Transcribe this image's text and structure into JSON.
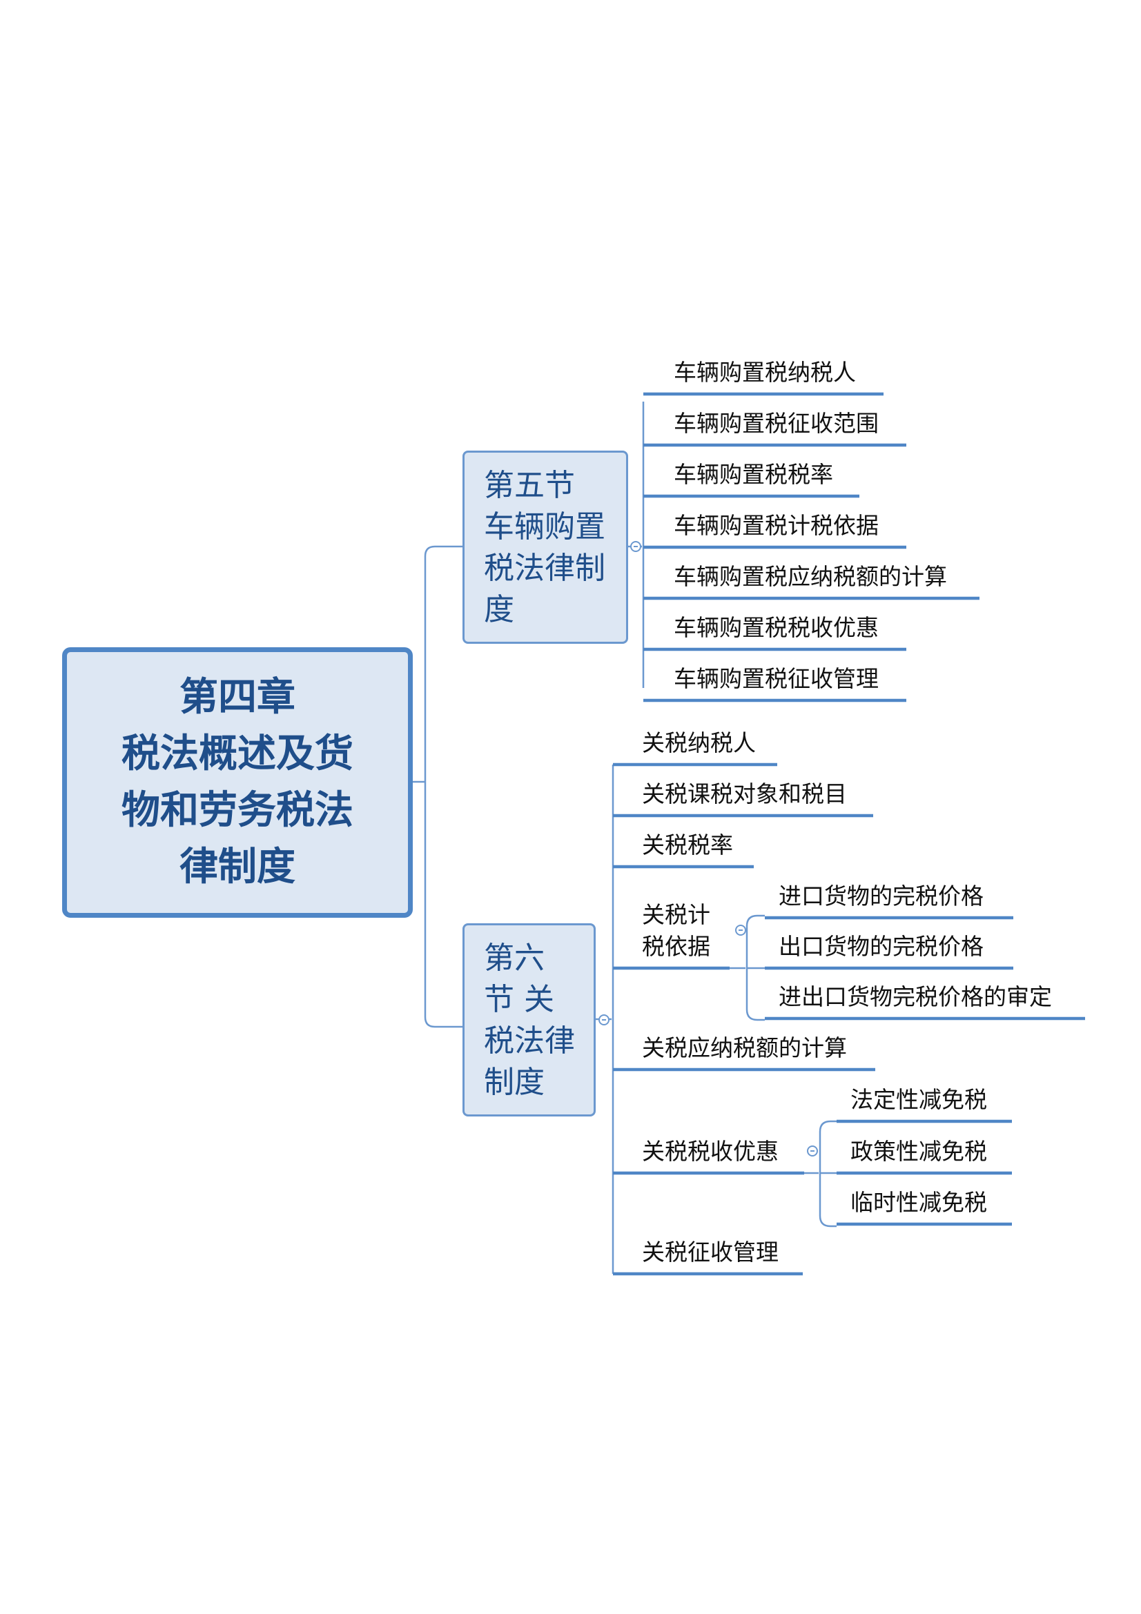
{
  "root": {
    "lines": [
      "第四章",
      "税法概述及货",
      "物和劳务税法",
      "律制度"
    ]
  },
  "section5": {
    "lines": [
      "第五节",
      "车辆购置",
      "税法律制",
      "度"
    ],
    "children": [
      "车辆购置税纳税人",
      "车辆购置税征收范围",
      "车辆购置税税率",
      "车辆购置税计税依据",
      "车辆购置税应纳税额的计算",
      "车辆购置税税收优惠",
      "车辆购置税征收管理"
    ]
  },
  "section6": {
    "lines": [
      "第六",
      "节 关",
      "税法律",
      "制度"
    ],
    "children": {
      "taxpayer": "关税纳税人",
      "objects": "关税课税对象和税目",
      "rate": "关税税率",
      "basis": {
        "lines": [
          "关税计",
          "税依据"
        ],
        "children": [
          "进口货物的完税价格",
          "出口货物的完税价格",
          "进出口货物完税价格的审定"
        ]
      },
      "calc": "关税应纳税额的计算",
      "preference": {
        "label": "关税税收优惠",
        "children": [
          "法定性减免税",
          "政策性减免税",
          "临时性减免税"
        ]
      },
      "management": "关税征收管理"
    }
  },
  "colors": {
    "line": "#6b98cf",
    "underline": "#4f86c6",
    "box_fill": "#dde7f3",
    "box_text": "#1f4e8a"
  }
}
